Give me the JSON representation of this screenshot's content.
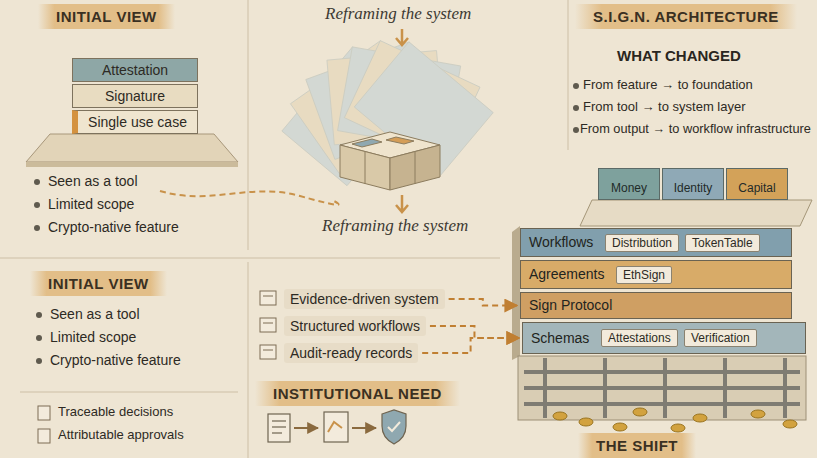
{
  "diagram": {
    "nodes": [
      {
        "text": [
          "INITIAL VIEW"
        ]
      },
      {
        "text": [
          "Attestation"
        ]
      },
      {
        "text": [
          "Signature"
        ]
      },
      {
        "text": [
          "Single use case"
        ]
      },
      {
        "text": [
          "S.I.G.N. ARCHITECTURE"
        ]
      },
      {
        "text": [
          "Money"
        ]
      },
      {
        "text": [
          "Identity"
        ]
      },
      {
        "text": [
          "Capital"
        ]
      },
      {
        "text": [
          "Workflows"
        ]
      },
      {
        "text": [
          "Distribution"
        ],
        "in": 8
      },
      {
        "text": [
          "TokenTable"
        ],
        "in": 8
      },
      {
        "text": [
          "INITIAL VIEW"
        ]
      },
      {
        "text": [
          "Evidence-driven system"
        ]
      },
      {
        "text": [
          "Structured workflows"
        ]
      },
      {
        "text": [
          "Audit-ready records"
        ]
      },
      {
        "text": [
          "Agreements"
        ]
      },
      {
        "text": [
          "EthSign"
        ],
        "in": 15
      },
      {
        "text": [
          "Sign Protocol"
        ]
      },
      {
        "text": [
          "Schemas"
        ]
      },
      {
        "text": [
          "Attestations"
        ],
        "in": 18
      },
      {
        "text": [
          "Verification"
        ],
        "in": 18
      },
      {
        "text": [
          "INSTITUTIONAL NEED"
        ]
      },
      {
        "text": [
          "THE SHIFT"
        ]
      }
    ],
    "edges": [
      {
        "from": 12,
        "to": 17,
        "arrow": "to"
      },
      {
        "from": 13,
        "to": 18,
        "arrow": "to"
      },
      {
        "from": 14,
        "to": 18,
        "arrow": "to"
      }
    ],
    "labels": [
      "Seen as a tool",
      "Limited scope",
      "Crypto-native feature",
      "Reframing the system",
      "Reframing the system",
      "WHAT CHANGED",
      "From feature → to foundation",
      "From tool → to system layer",
      "From output → to workflow infrastructure",
      "Seen as a tool",
      "Limited scope",
      "Crypto-native feature",
      "Traceable decisions",
      "Attributable approvals"
    ]
  }
}
